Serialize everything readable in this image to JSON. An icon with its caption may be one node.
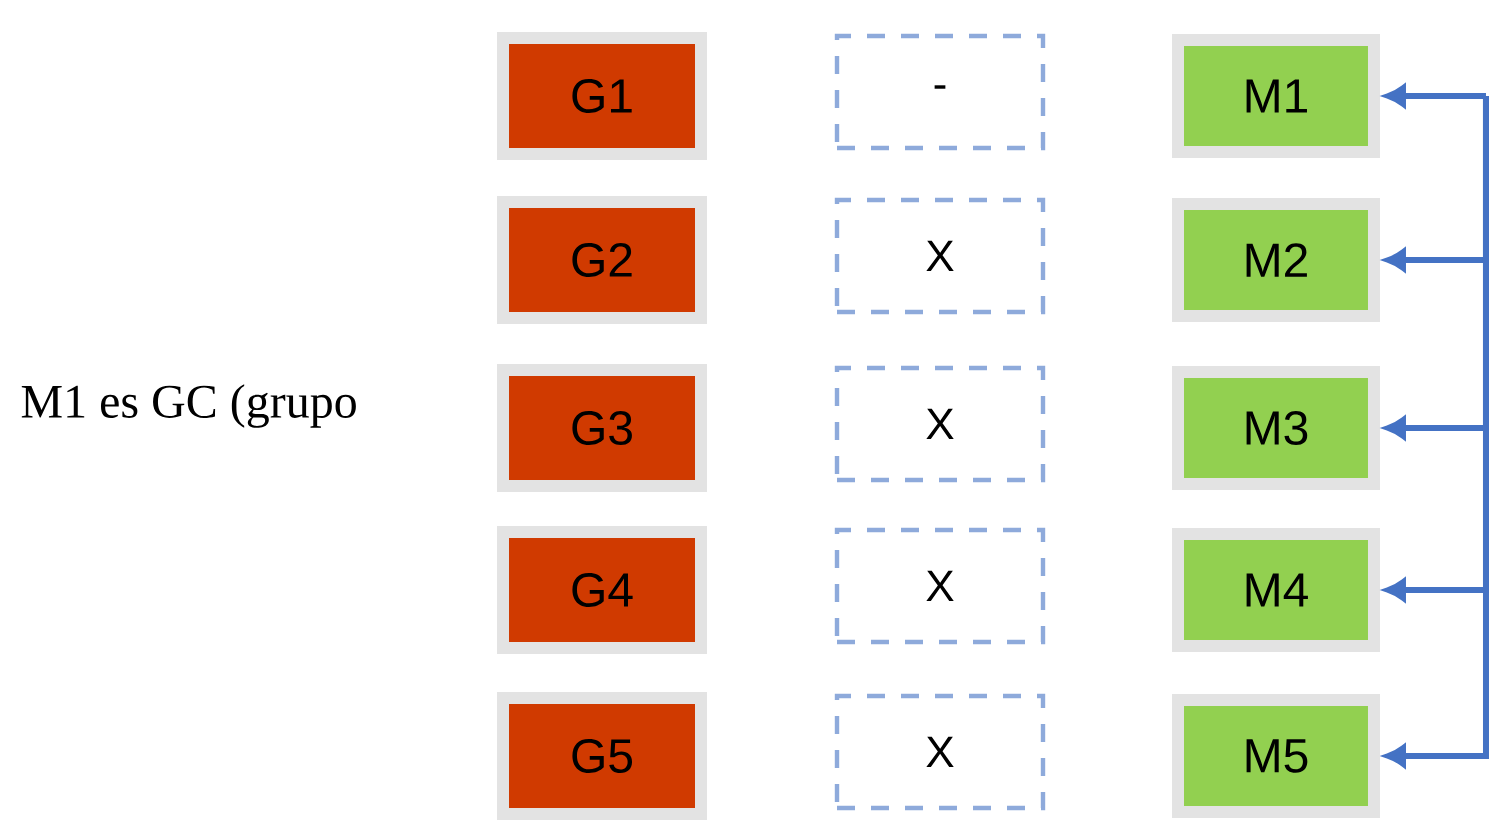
{
  "diagram": {
    "nodes": [
      {
        "text": [
          "G1"
        ]
      },
      {
        "text": [
          "G2"
        ]
      },
      {
        "text": [
          "G3"
        ]
      },
      {
        "text": [
          "G4"
        ]
      },
      {
        "text": [
          "G5"
        ]
      },
      {
        "text": [
          "-"
        ]
      },
      {
        "text": [
          "X"
        ]
      },
      {
        "text": [
          "X"
        ]
      },
      {
        "text": [
          "X"
        ]
      },
      {
        "text": [
          "X"
        ]
      },
      {
        "text": [
          "M1"
        ]
      },
      {
        "text": [
          "M2"
        ]
      },
      {
        "text": [
          "M3"
        ]
      },
      {
        "text": [
          "M4"
        ]
      },
      {
        "text": [
          "M5"
        ]
      }
    ],
    "edges": [
      {
        "from": null,
        "to": 10,
        "arrow": "to"
      },
      {
        "from": null,
        "to": 11,
        "arrow": "to"
      },
      {
        "from": null,
        "to": 12,
        "arrow": "to"
      },
      {
        "from": null,
        "to": 13,
        "arrow": "to"
      },
      {
        "from": null,
        "to": 14,
        "arrow": "to"
      }
    ],
    "labels": [
      "M1 es GC (grupo"
    ]
  }
}
